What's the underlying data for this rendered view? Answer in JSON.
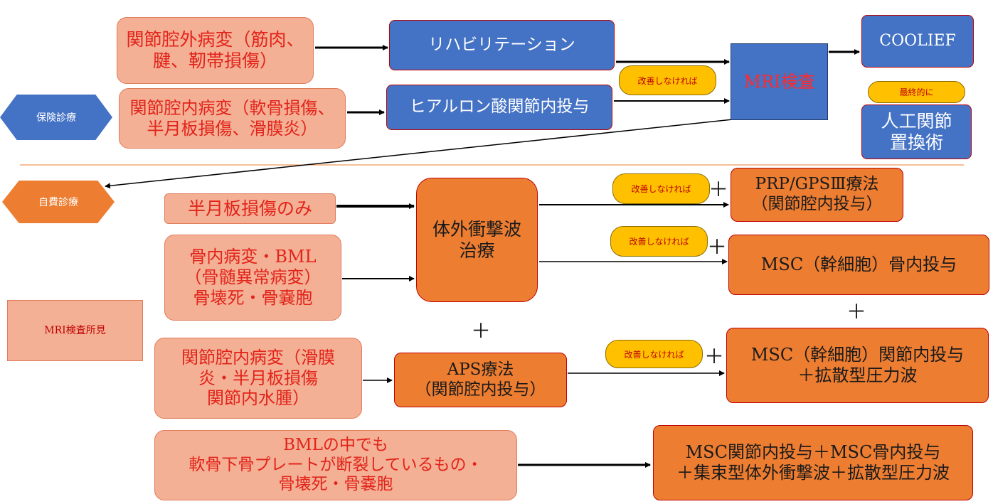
{
  "colors": {
    "salmon_fill": "#f4b095",
    "blue_fill": "#4472c4",
    "orange_fill": "#ed7d31",
    "yellow_pill": "#ffc000",
    "red_text": "#e2231a"
  },
  "categories": {
    "insurance": "保険診療",
    "self_pay": "自費診療",
    "mri_findings": "MRI検査所見"
  },
  "insurance": {
    "extra_articular": "関節腔外病変（筋肉、\n腱、靭帯損傷）",
    "intra_articular": "関節腔内病変（軟骨損傷、\n半月板損傷、滑膜炎）",
    "rehab": "リハビリテーション",
    "hyaluronic": "ヒアルロン酸関節内投与",
    "mri_exam": "MRI検査",
    "coolief": "COOLIEF",
    "tkr": "人工関節\n置換術",
    "pill_if_no_improvement": "改善しなければ",
    "pill_finally": "最終的に"
  },
  "self_pay": {
    "meniscus_only": "半月板損傷のみ",
    "bone_lesion": "骨内病変・BML\n（骨髄異常病変）\n骨壊死・骨嚢胞",
    "intra_synovitis": "関節腔内病変（滑膜\n炎・半月板損傷\n関節内水腫）",
    "bml_subchondral": "BMLの中でも\n軟骨下骨プレートが断裂しているもの・\n骨壊死・骨嚢胞",
    "eswt": "体外衝撃波\n治療",
    "aps": "APS療法\n（関節腔内投与）",
    "prp": "PRP/GPSⅢ療法\n（関節腔内投与）",
    "msc_bone": "MSC（幹細胞）骨内投与",
    "msc_joint": "MSC（幹細胞）関節内投与\n＋拡散型圧力波",
    "msc_combo": "MSC関節内投与＋MSC骨内投与\n＋集束型体外衝撃波＋拡散型圧力波",
    "pill_1": "改善しなければ",
    "pill_2": "改善しなければ",
    "pill_3": "改善しなければ",
    "plus": "＋"
  }
}
